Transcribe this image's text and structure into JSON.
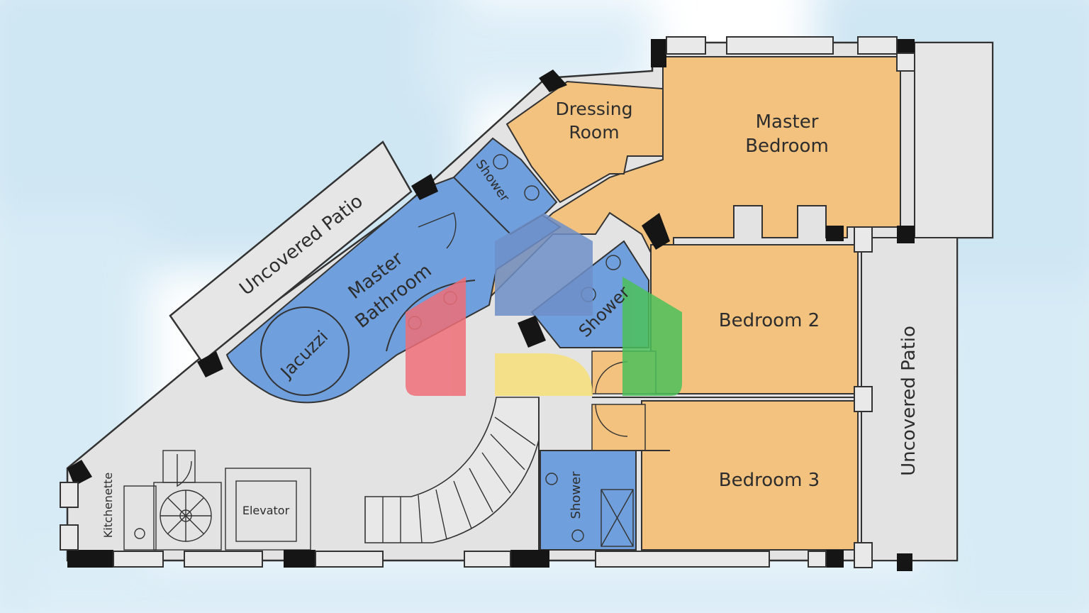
{
  "colors": {
    "background_wash": "#cfe6f3",
    "orange_room": "#f2c27e",
    "blue_room": "#6f9fdc",
    "gray_area": "#e3e3e3",
    "logo_red": "#ef6f78",
    "logo_blue": "#6e8fc9",
    "logo_yellow": "#f7e07a",
    "logo_green": "#4cbf5a"
  },
  "rooms": {
    "dressing_room": [
      "Dressing",
      "Room"
    ],
    "master_bedroom": [
      "Master",
      "Bedroom"
    ],
    "master_bathroom": [
      "Master",
      "Bathroom"
    ],
    "uncovered_patio_diag": "Uncovered Patio",
    "jacuzzi": "Jacuzzi",
    "shower_top": "Shower",
    "shower_mid": "Shower",
    "shower_bottom": "Shower",
    "bedroom_2": "Bedroom 2",
    "bedroom_3": "Bedroom 3",
    "uncovered_patio_right": "Uncovered Patio",
    "kitchenette": "Kitchenette",
    "elevator": "Elevator"
  },
  "logo": {
    "icon": "house-logo-icon"
  }
}
